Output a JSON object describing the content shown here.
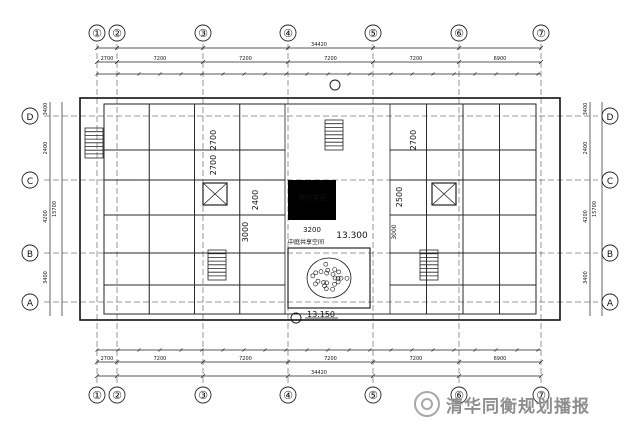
{
  "grid": {
    "columns": [
      "①",
      "②",
      "③",
      "④",
      "⑤",
      "⑥",
      "⑦"
    ],
    "rows": [
      "D",
      "C",
      "B",
      "A"
    ]
  },
  "dimensions": {
    "top_overall": "34420",
    "bottom_overall": "34420",
    "top_spans": [
      "2700",
      "7200",
      "7200",
      "7200",
      "7200",
      "6900"
    ],
    "bottom_spans": [
      "2700",
      "7200",
      "7200",
      "7200",
      "7200",
      "6900"
    ],
    "left_overall": "15700",
    "right_overall": "15700",
    "left_spans": [
      "3400",
      "2400",
      "4200",
      "3400"
    ],
    "right_spans": [
      "3400",
      "2400",
      "4200",
      "3400"
    ]
  },
  "labels": {
    "room_top_a": "2700",
    "room_top_b": "2700",
    "room_mid": "2400",
    "room_mid_b": "3000",
    "hall_name": "休闲茶室",
    "elev_a": "3200",
    "lounge": "中庭共享空间",
    "level_upper": "13.300",
    "level_lower": "13.150",
    "dim_2500": "2500",
    "dim_3000r": "3000"
  },
  "watermark": {
    "text": "清华同衡规划播报"
  }
}
